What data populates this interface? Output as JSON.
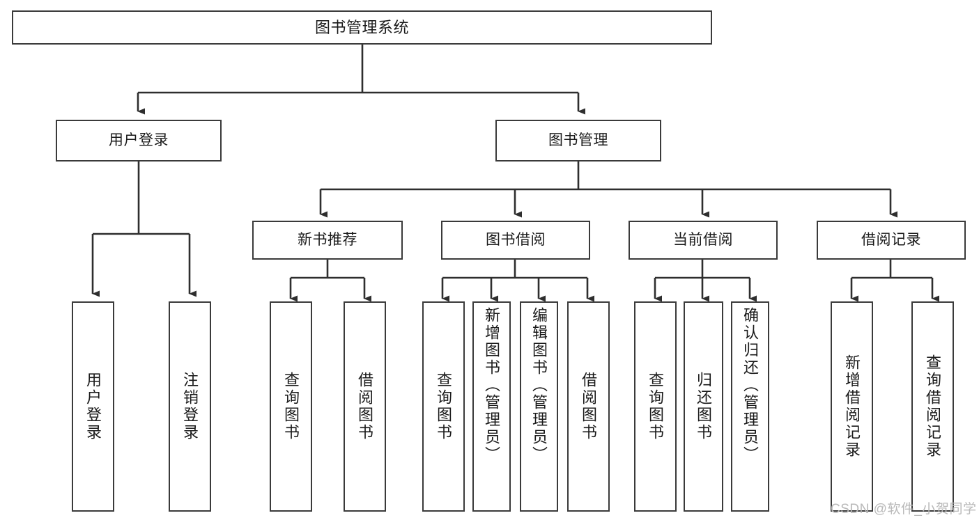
{
  "diagram": {
    "type": "hierarchy-tree",
    "title": "图书管理系统",
    "root": {
      "label": "图书管理系统"
    },
    "level2": [
      {
        "label": "用户登录"
      },
      {
        "label": "图书管理"
      }
    ],
    "level3": [
      {
        "label": "新书推荐"
      },
      {
        "label": "图书借阅"
      },
      {
        "label": "当前借阅"
      },
      {
        "label": "借阅记录"
      }
    ],
    "leaves": {
      "user_login": [
        {
          "label": "用户登录"
        },
        {
          "label": "注销登录"
        }
      ],
      "new_book_recommend": [
        {
          "label": "查询图书"
        },
        {
          "label": "借阅图书"
        }
      ],
      "book_borrow": [
        {
          "label": "查询图书"
        },
        {
          "label": "新增图书（管理员）"
        },
        {
          "label": "编辑图书（管理员）"
        },
        {
          "label": "借阅图书"
        }
      ],
      "current_borrow": [
        {
          "label": "查询图书"
        },
        {
          "label": "归还图书"
        },
        {
          "label": "确认归还（管理员）"
        }
      ],
      "borrow_record": [
        {
          "label": "新增借阅记录"
        },
        {
          "label": "查询借阅记录"
        }
      ]
    },
    "watermark": "CSDN @软件_小贺同学",
    "colors": {
      "stroke": "#3a3a3a",
      "fill": "#ffffff",
      "text": "#1a1a1a",
      "watermark": "#b9b9b9"
    }
  }
}
